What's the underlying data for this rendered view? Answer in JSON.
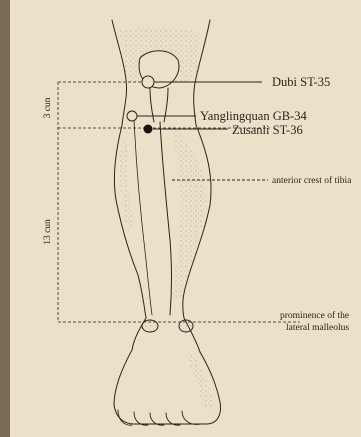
{
  "colors": {
    "paper": "#ebe1c8",
    "ink": "#2a241d",
    "frame": "#7a6a55"
  },
  "labels": {
    "dubi": "Dubi ST-35",
    "yanglingquan": "Yanglingquan GB-34",
    "zusanli": "Zusanli ST-36",
    "anterior_crest": "anterior crest of tibia",
    "prominence_line1": "prominence of the",
    "prominence_line2": "lateral malleolus"
  },
  "measurements": {
    "upper": "3 cun",
    "lower": "13 cun"
  }
}
